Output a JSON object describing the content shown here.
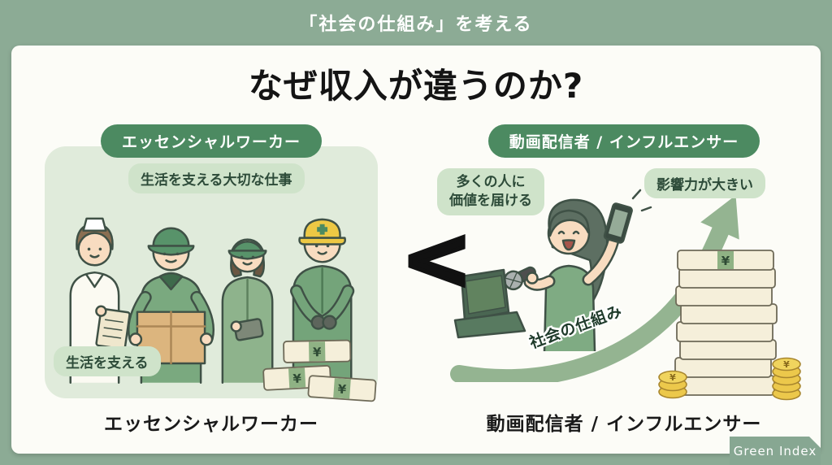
{
  "header": {
    "title": "「社会の仕組み」を考える"
  },
  "main": {
    "title": "なぜ収入が違うのか?"
  },
  "left": {
    "pill": "エッセンシャルワーカー",
    "bubble_top": "生活を支える大切な仕事",
    "bubble_bottom": "生活を支える",
    "caption": "エッセンシャルワーカー"
  },
  "comparison": {
    "symbol": "<"
  },
  "right": {
    "pill": "動画配信者 / インフルエンサー",
    "bubble_many": "多くの人に\n価値を届ける",
    "bubble_influence": "影響力が大きい",
    "arrow_label": "社会の仕組み",
    "caption": "動画配信者 / インフルエンサー"
  },
  "money": {
    "yen": "¥"
  },
  "footer": {
    "brand": "Green Index"
  },
  "colors": {
    "background": "#8cab95",
    "card": "#fcfcf7",
    "pill_green": "#4c8a61",
    "panel_green": "#e0ebdb",
    "bubble_green": "#cfe3ca",
    "arrow_green": "#94b491",
    "bill_cream": "#f5efda",
    "band_green": "#8fb284",
    "coin_gold": "#ecc84b"
  }
}
